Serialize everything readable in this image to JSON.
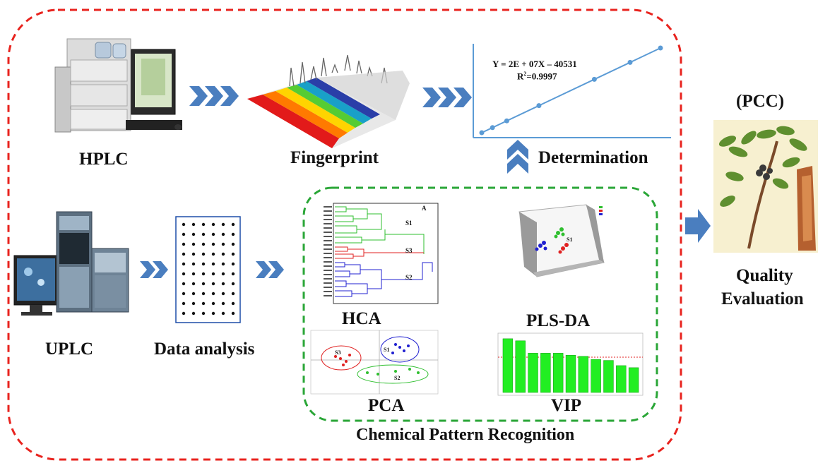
{
  "labels": {
    "hplc": "HPLC",
    "fingerprint": "Fingerprint",
    "determination": "Determination",
    "uplc": "UPLC",
    "data_analysis": "Data analysis",
    "hca": "HCA",
    "plsda": "PLS-DA",
    "pca": "PCA",
    "vip": "VIP",
    "pattern": "Chemical Pattern Recognition",
    "pcc": "(PCC)",
    "quality_line1": "Quality",
    "quality_line2": "Evaluation"
  },
  "regression": {
    "equation": "Y = 2E + 07X – 40531",
    "r2_prefix": "R",
    "r2_sup": "2",
    "r2_value": "=0.9997"
  },
  "hca_small": {
    "tag": "A",
    "s1": "S1",
    "s2": "S2",
    "s3": "S3"
  },
  "pca_small": {
    "s1": "S1",
    "s2": "S2",
    "s3": "S3"
  },
  "plsda_small": {
    "s1": "S1"
  },
  "colors": {
    "outer_border": "#e8231e",
    "inner_border": "#2aa637",
    "arrow": "#4a7ebf",
    "line": "#5b9bd5",
    "cluster_green": "#2fbf2f",
    "cluster_red": "#e02020",
    "cluster_blue": "#2020d0",
    "vip_bar": "#22ee22"
  },
  "vip_values": [
    2.6,
    2.5,
    1.9,
    1.9,
    1.9,
    1.8,
    1.75,
    1.6,
    1.55,
    1.3,
    1.2
  ],
  "vip_threshold": 1.0,
  "calibration_points": [
    0.0,
    0.06,
    0.14,
    0.32,
    0.63,
    0.83,
    1.0
  ]
}
